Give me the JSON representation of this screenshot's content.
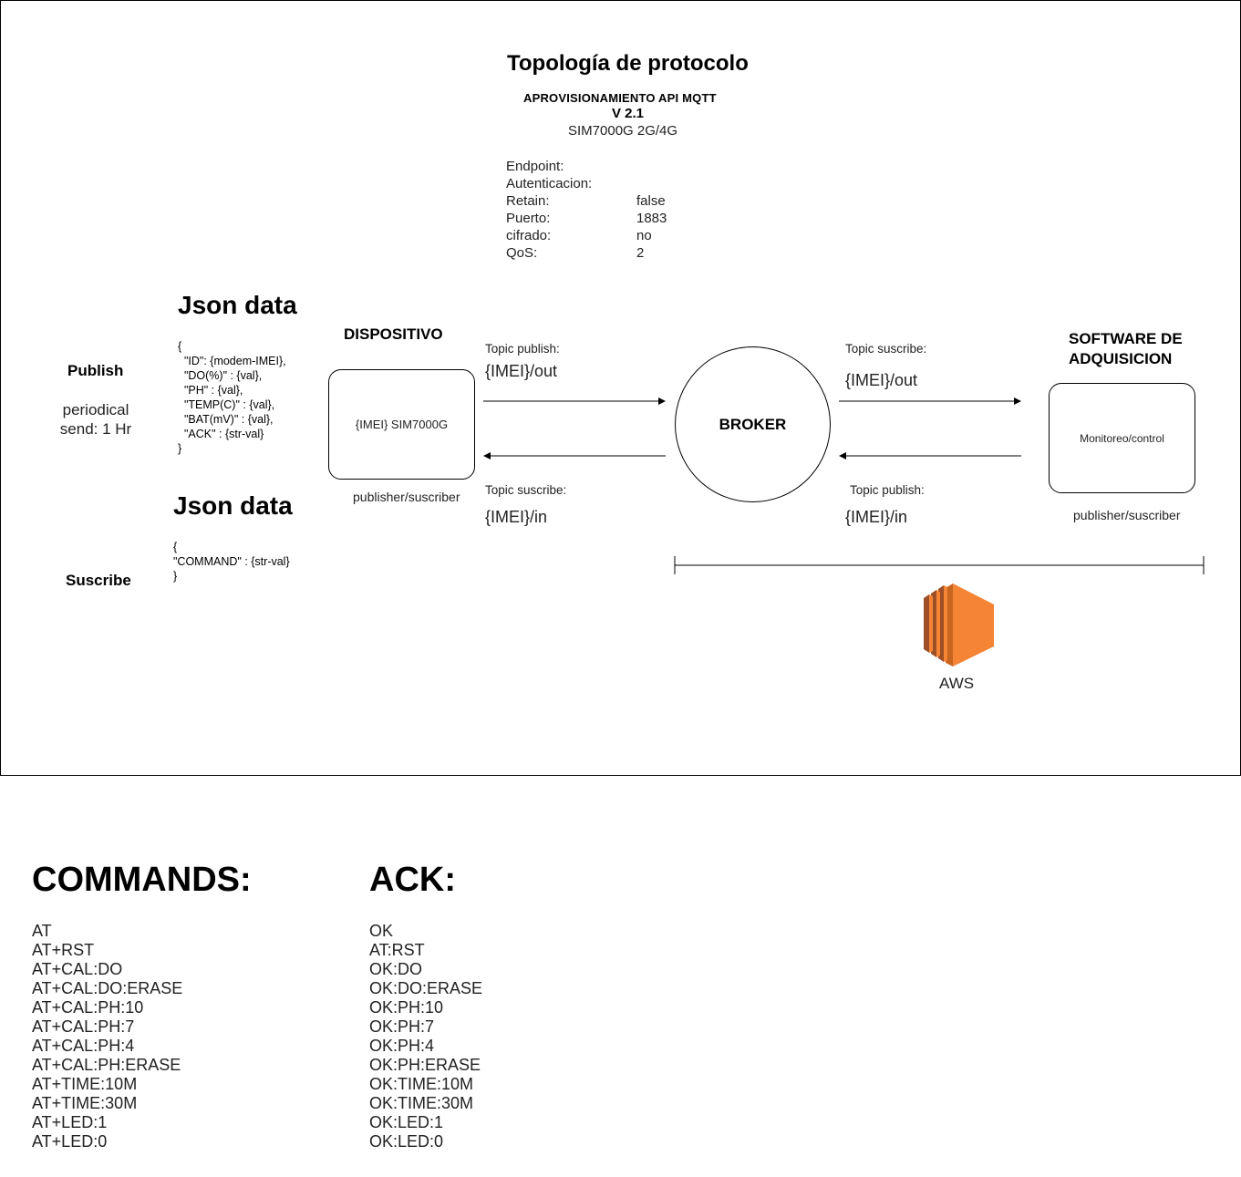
{
  "header": {
    "title": "Topología de protocolo",
    "subtitle": "APROVISIONAMIENTO API  MQTT",
    "version": "V 2.1",
    "model": "SIM7000G 2G/4G"
  },
  "config": [
    {
      "key": "Endpoint:",
      "value": ""
    },
    {
      "key": "Autenticacion:",
      "value": ""
    },
    {
      "key": "Retain:",
      "value": "false"
    },
    {
      "key": "Puerto:",
      "value": "1883"
    },
    {
      "key": "cifrado:",
      "value": "no"
    },
    {
      "key": "QoS:",
      "value": "2"
    }
  ],
  "publish": {
    "label": "Publish",
    "periodical_line1": "periodical",
    "periodical_line2": "send: 1 Hr",
    "json_title": "Json data",
    "json_body": "{\n  \"ID\": {modem-IMEI},\n  \"DO(%)\" : {val},\n  \"PH\" : {val},\n  \"TEMP(C)\" : {val},\n  \"BAT(mV)\" : {val},\n  \"ACK\" : {str-val}\n}"
  },
  "suscribe": {
    "label": "Suscribe",
    "json_title": "Json data",
    "json_body": "{\n\"COMMAND\" : {str-val}\n}"
  },
  "device": {
    "title": "DISPOSITIVO",
    "box_label": "{IMEI} SIM7000G",
    "role": "publisher/suscriber"
  },
  "broker": {
    "label": "BROKER"
  },
  "software": {
    "title_line1": "SOFTWARE DE",
    "title_line2": "ADQUISICION",
    "box_label": "Monitoreo/control",
    "role": "publisher/suscriber"
  },
  "topics": {
    "left_top_label": "Topic publish:",
    "left_top_value": "{IMEI}/out",
    "left_bottom_label": "Topic suscribe:",
    "left_bottom_value": "{IMEI}/in",
    "right_top_label": "Topic suscribe:",
    "right_top_value": "{IMEI}/out",
    "right_bottom_label": "Topic publish:",
    "right_bottom_value": "{IMEI}/in"
  },
  "aws": {
    "label": "AWS",
    "colors": {
      "front": "#F58534",
      "dark": "#9D5025",
      "mid": "#C8651F"
    }
  },
  "commands": {
    "title": "COMMANDS:",
    "items": [
      "AT",
      "AT+RST",
      "AT+CAL:DO",
      "AT+CAL:DO:ERASE",
      "AT+CAL:PH:10",
      "AT+CAL:PH:7",
      "AT+CAL:PH:4",
      "AT+CAL:PH:ERASE",
      "AT+TIME:10M",
      "AT+TIME:30M",
      "AT+LED:1",
      "AT+LED:0"
    ]
  },
  "ack": {
    "title": "ACK:",
    "items": [
      "OK",
      "AT:RST",
      "OK:DO",
      "OK:DO:ERASE",
      "OK:PH:10",
      "OK:PH:7",
      "OK:PH:4",
      "OK:PH:ERASE",
      "OK:TIME:10M",
      "OK:TIME:30M",
      "OK:LED:1",
      "OK:LED:0"
    ]
  }
}
